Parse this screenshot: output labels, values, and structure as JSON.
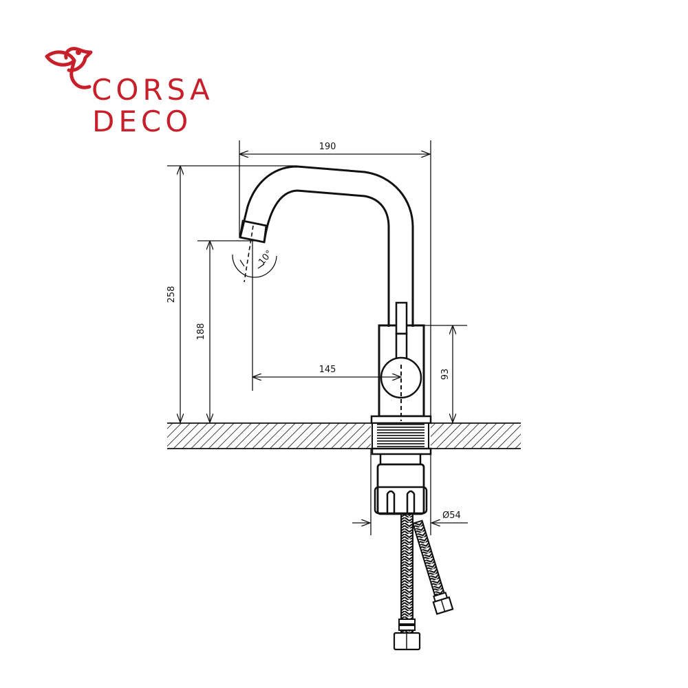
{
  "brand": {
    "line1": "CORSA",
    "line2": "DECO",
    "color": "#c8202a",
    "icon": "bird-leaf-logo-icon"
  },
  "drawing": {
    "subject": "single-lever kitchen faucet technical drawing",
    "line_color": "#111111",
    "dimensions": {
      "width_reach": "190",
      "total_height": "258",
      "spout_height": "188",
      "spout_to_lever_axis": "145",
      "body_height": "93",
      "base_diameter": "Ø54",
      "spout_angle": "10°"
    }
  }
}
